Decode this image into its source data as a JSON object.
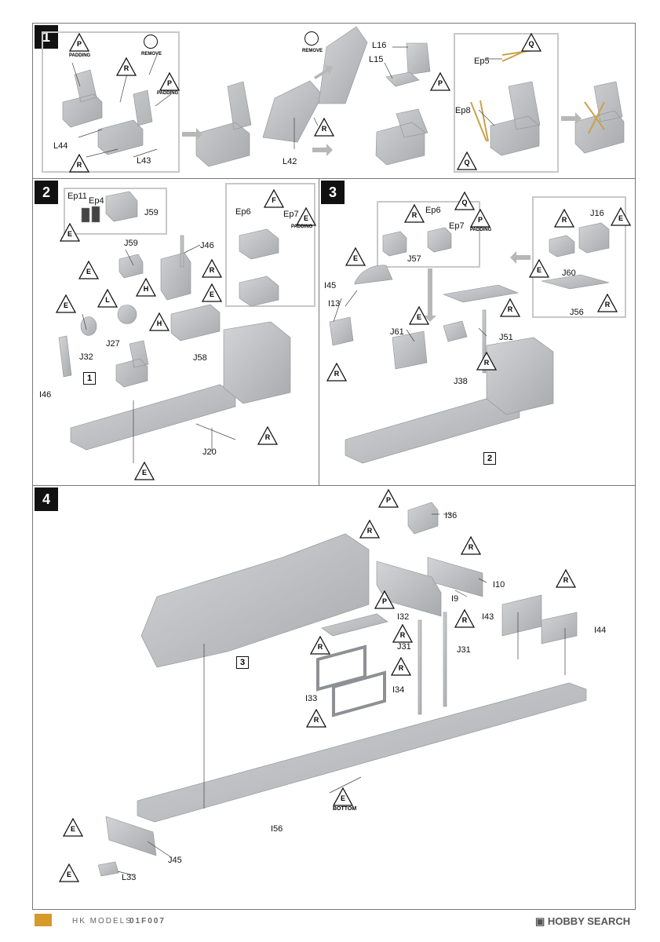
{
  "steps": [
    {
      "number": "1"
    },
    {
      "number": "2"
    },
    {
      "number": "3"
    },
    {
      "number": "4"
    }
  ],
  "symbols": {
    "padding": "PADDING",
    "remove": "REMOVE",
    "bottom": "BOTTOM",
    "P": "P",
    "R": "R",
    "E": "E",
    "F": "F",
    "L": "L",
    "H": "H",
    "Q": "Q"
  },
  "step1_parts": {
    "L44": "L44",
    "L43": "L43",
    "L42": "L42",
    "L16": "L16",
    "L15": "L15",
    "Ep5": "Ep5",
    "Ep8": "Ep8"
  },
  "step2_parts": {
    "Ep11": "Ep11",
    "Ep4": "Ep4",
    "J59a": "J59",
    "J59b": "J59",
    "J46": "J46",
    "Ep6": "Ep6",
    "Ep7": "Ep7",
    "J27": "J27",
    "J32": "J32",
    "I46": "I46",
    "J58": "J58",
    "J20": "J20"
  },
  "step3_parts": {
    "Ep6": "Ep6",
    "Ep7": "Ep7",
    "J57": "J57",
    "J16": "J16",
    "J60": "J60",
    "J56": "J56",
    "I45": "I45",
    "I13": "I13",
    "J61": "J61",
    "J51": "J51",
    "J38": "J38"
  },
  "step4_parts": {
    "I36": "I36",
    "I10": "I10",
    "I9": "I9",
    "I43": "I43",
    "I44": "I44",
    "I32": "I32",
    "J31a": "J31",
    "J31b": "J31",
    "I33": "I33",
    "I34": "I34",
    "I56": "I56",
    "J45": "J45",
    "L33": "L33"
  },
  "refs": {
    "r1": "1",
    "r2": "2",
    "r3": "3"
  },
  "footer": {
    "brand": "HK MODELS",
    "code": "01F007",
    "watermark": "HOBBY SEARCH"
  },
  "colors": {
    "part": "#bfc1c3",
    "part_dark": "#9a9c9e",
    "pe_brass": "#c9a24a",
    "symbol_stroke": "#111",
    "frame": "#777",
    "inset_box": "#c8c8c8"
  }
}
